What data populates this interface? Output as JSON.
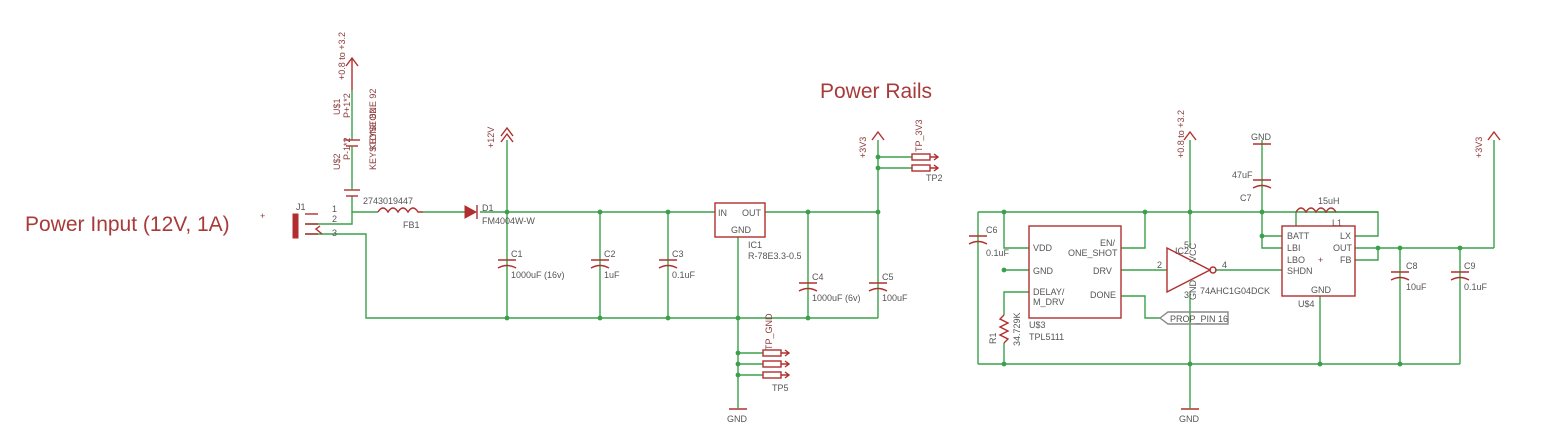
{
  "titles": {
    "power_rails": "Power Rails",
    "power_input": "Power Input (12V, 1A)",
    "power_input_mark": "+"
  },
  "nets": {
    "v12": "+12V",
    "v3v3": "+3V3",
    "vbat": "+0.8 to +3.2",
    "gnd": "GND",
    "prop_pin": "PROP_PIN 16"
  },
  "parts": {
    "j1": {
      "name": "J1",
      "pins": [
        "1",
        "2",
        "3"
      ]
    },
    "fb1": {
      "name": "FB1",
      "value": "2743019447"
    },
    "d1": {
      "name": "D1",
      "value": "FM4004W-W"
    },
    "c1": {
      "name": "C1",
      "value": "1000uF (16v)"
    },
    "c2": {
      "name": "C2",
      "value": "1uF"
    },
    "c3": {
      "name": "C3",
      "value": "0.1uF"
    },
    "ic1": {
      "name": "IC1",
      "value": "R-78E3.3-0.5",
      "pin_in": "IN",
      "pin_out": "OUT",
      "pin_gnd": "GND"
    },
    "c4": {
      "name": "C4",
      "value": "1000uF (6v)"
    },
    "c5": {
      "name": "C5",
      "value": "100uF"
    },
    "u1": {
      "name": "U$1",
      "value": "KEYSTONE 92",
      "pin": "P+1*2"
    },
    "u2": {
      "name": "U$2",
      "value": "KEYSTONE 82",
      "pin": "P-1*2"
    },
    "tp2": {
      "name": "TP2",
      "value": "TP_3V3"
    },
    "tp5": {
      "name": "TP5",
      "value": "TP_GND"
    },
    "c6": {
      "name": "C6",
      "value": "0.1uF"
    },
    "u3": {
      "name": "U$3",
      "value": "TPL5111",
      "pins": [
        "VDD",
        "GND",
        "DELAY/",
        "M_DRV",
        "EN/",
        "ONE_SHOT",
        "DRV",
        "DONE"
      ]
    },
    "r1": {
      "name": "R1",
      "value": "34.729K"
    },
    "ic2": {
      "name": "IC2",
      "value": "74AHC1G04DCK",
      "pin_a": "2",
      "pin_y": "4",
      "pin_vcc": "VCC",
      "pin_gnd": "GND",
      "pin_vcc_num": "5",
      "pin_gnd_num": "3"
    },
    "c7": {
      "name": "C7",
      "value": "47uF"
    },
    "l1": {
      "name": "L1",
      "value": "15uH"
    },
    "u4": {
      "name": "U$4",
      "pins": [
        "BATT",
        "LBI",
        "LBO",
        "SHDN",
        "LX",
        "OUT",
        "FB",
        "GND"
      ],
      "plus": "+"
    },
    "c8": {
      "name": "C8",
      "value": "10uF"
    },
    "c9": {
      "name": "C9",
      "value": "0.1uF"
    }
  }
}
